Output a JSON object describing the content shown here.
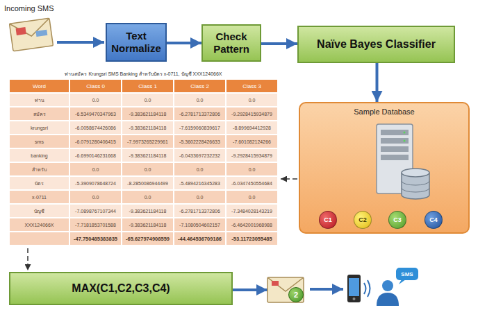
{
  "diagram": {
    "nodes": [
      {
        "text": [
          "Text Normalize"
        ]
      },
      {
        "text": [
          "Check Pattern"
        ]
      },
      {
        "text": [
          "Naïve Bayes Classifier"
        ]
      },
      {
        "text": [
          "Sample Database"
        ]
      },
      {
        "text": [
          "C1"
        ],
        "in": 3
      },
      {
        "text": [
          "C2"
        ],
        "in": 3
      },
      {
        "text": [
          "C3"
        ],
        "in": 3
      },
      {
        "text": [
          "C4"
        ],
        "in": 3
      },
      {
        "text": [
          "MAX(C1,C2,C3,C4)"
        ]
      },
      {
        "text": [
          "2"
        ]
      }
    ],
    "edges": [
      {
        "from": 0,
        "to": 1,
        "arrow": "to"
      },
      {
        "from": 1,
        "to": 2,
        "arrow": "to"
      },
      {
        "from": 2,
        "to": 3,
        "arrow": "to"
      },
      {
        "from": 8,
        "to": 9,
        "arrow": "to"
      }
    ],
    "labels": [
      "Incoming SMS",
      "ท่านสมัคร Krungsri SMS Banking สำหรับบัตร x-0711, บัญชี XXX124066X",
      "Word",
      "Class 0",
      "Class 1",
      "Class 2",
      "Class 3",
      "ท่าน",
      "0.0",
      "0.0",
      "0.0",
      "0.0",
      "สมัคร",
      "-6.5349470347963",
      "-9.383621184118",
      "-6.2781713372806",
      "-9.2928415934879",
      "krungsri",
      "-6.0058674426086",
      "-9.383621184118",
      "-7.6159060839617",
      "-8.899694412928",
      "sms",
      "-6.0791280406415",
      "-7.9973265229961",
      "-5.3602228426633",
      "-7.601082124266",
      "banking",
      "-6.6990146231668",
      "-9.383621184118",
      "-6.0433697232232",
      "-9.2928415934879",
      "สำหรับ",
      "0.0",
      "0.0",
      "0.0",
      "0.0",
      "บัตร",
      "-5.3909078648724",
      "-8.2850086944499",
      "-5.4894216345283",
      "-6.0347450554684",
      "x-0711",
      "0.0",
      "0.0",
      "0.0",
      "0.0",
      "บัญชี",
      "-7.0898767107344",
      "-9.383621184118",
      "-6.2781713372806",
      "-7.3484028143219",
      "XXX124066X",
      "-7.7181853701588",
      "-9.383621184118",
      "-7.1080504602157",
      "-6.4642001968988",
      "-47.750485383835",
      "-65.627974908559",
      "-44.464536709186",
      "-53.11723055485",
      "SMS"
    ]
  }
}
